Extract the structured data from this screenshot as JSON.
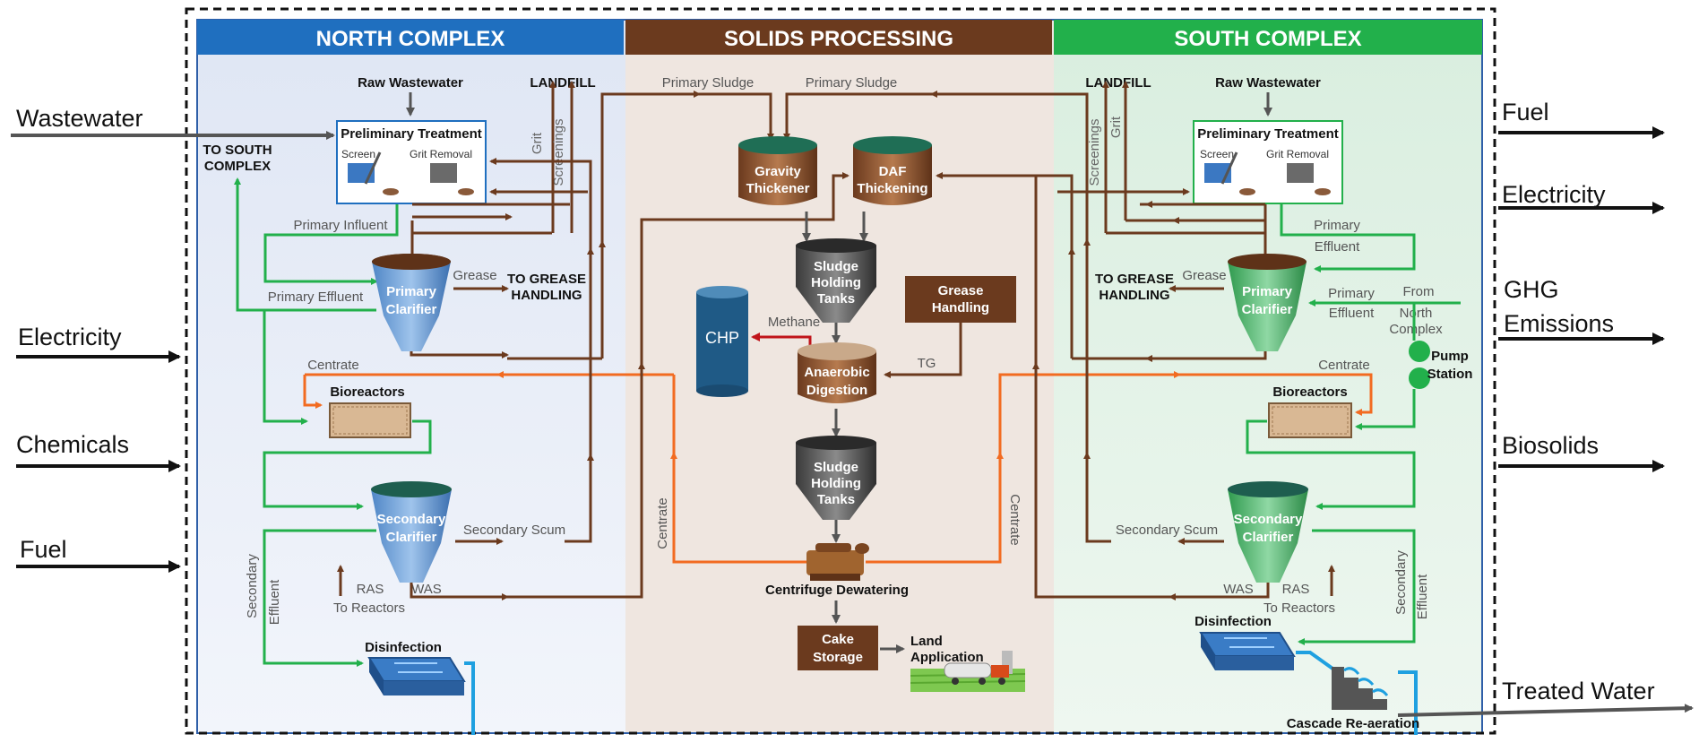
{
  "sections": {
    "north": "NORTH COMPLEX",
    "solids": "SOLIDS PROCESSING",
    "south": "SOUTH COMPLEX"
  },
  "inputs": [
    "Wastewater",
    "Electricity",
    "Chemicals",
    "Fuel"
  ],
  "outputs": [
    "Fuel",
    "Electricity",
    "GHG",
    "Emissions",
    "Biosolids",
    "Treated Water"
  ],
  "north": {
    "raw_wastewater": "Raw Wastewater",
    "landfill": "LANDFILL",
    "to_south_1": "TO SOUTH",
    "to_south_2": "COMPLEX",
    "prelim": "Preliminary Treatment",
    "screen": "Screen",
    "grit_removal": "Grit Removal",
    "grit": "Grit",
    "screenings": "Screenings",
    "primary_influent": "Primary Influent",
    "primary_effluent": "Primary Effluent",
    "primary_clarifier_1": "Primary",
    "primary_clarifier_2": "Clarifier",
    "grease": "Grease",
    "to_grease_1": "TO GREASE",
    "to_grease_2": "HANDLING",
    "centrate": "Centrate",
    "bioreactors": "Bioreactors",
    "secondary_clarifier_1": "Secondary",
    "secondary_clarifier_2": "Clarifier",
    "secondary_scum": "Secondary Scum",
    "ras": "RAS",
    "was": "WAS",
    "to_reactors": "To Reactors",
    "secondary": "Secondary",
    "effluent": "Effluent",
    "disinfection": "Disinfection"
  },
  "solids": {
    "primary_sludge_1": "Primary Sludge",
    "primary_sludge_2": "Primary Sludge",
    "gravity_1": "Gravity",
    "gravity_2": "Thickener",
    "daf_1": "DAF",
    "daf_2": "Thickening",
    "sludge_1": "Sludge",
    "sludge_2": "Holding",
    "sludge_3": "Tanks",
    "grease_h_1": "Grease",
    "grease_h_2": "Handling",
    "chp": "CHP",
    "methane": "Methane",
    "tg": "TG",
    "ad_1": "Anaerobic",
    "ad_2": "Digestion",
    "centrate": "Centrate",
    "centrifuge": "Centrifuge Dewatering",
    "cake_1": "Cake",
    "cake_2": "Storage",
    "land_1": "Land",
    "land_2": "Application"
  },
  "south": {
    "landfill": "LANDFILL",
    "raw_wastewater": "Raw Wastewater",
    "prelim": "Preliminary Treatment",
    "screen": "Screen",
    "grit_removal": "Grit Removal",
    "screenings": "Screenings",
    "grit": "Grit",
    "primary": "Primary",
    "effluent": "Effluent",
    "to_grease_1": "TO GREASE",
    "to_grease_2": "HANDLING",
    "grease": "Grease",
    "primary_clarifier_1": "Primary",
    "primary_clarifier_2": "Clarifier",
    "from_1": "From",
    "from_2": "North",
    "from_3": "Complex",
    "pump_1": "Pump",
    "pump_2": "Station",
    "centrate": "Centrate",
    "bioreactors": "Bioreactors",
    "secondary_scum": "Secondary Scum",
    "secondary_clarifier_1": "Secondary",
    "secondary_clarifier_2": "Clarifier",
    "secondary": "Secondary",
    "was": "WAS",
    "ras": "RAS",
    "to_reactors": "To Reactors",
    "disinfection": "Disinfection",
    "cascade": "Cascade Re-aeration"
  },
  "colors": {
    "north_header": "#1f6fbf",
    "solids_header": "#6b3a1e",
    "south_header": "#22b04b",
    "brown_flow": "#6b3a1e",
    "green_flow": "#22b04b",
    "orange_flow": "#f26b21",
    "blue_water": "#1fa0e0"
  }
}
